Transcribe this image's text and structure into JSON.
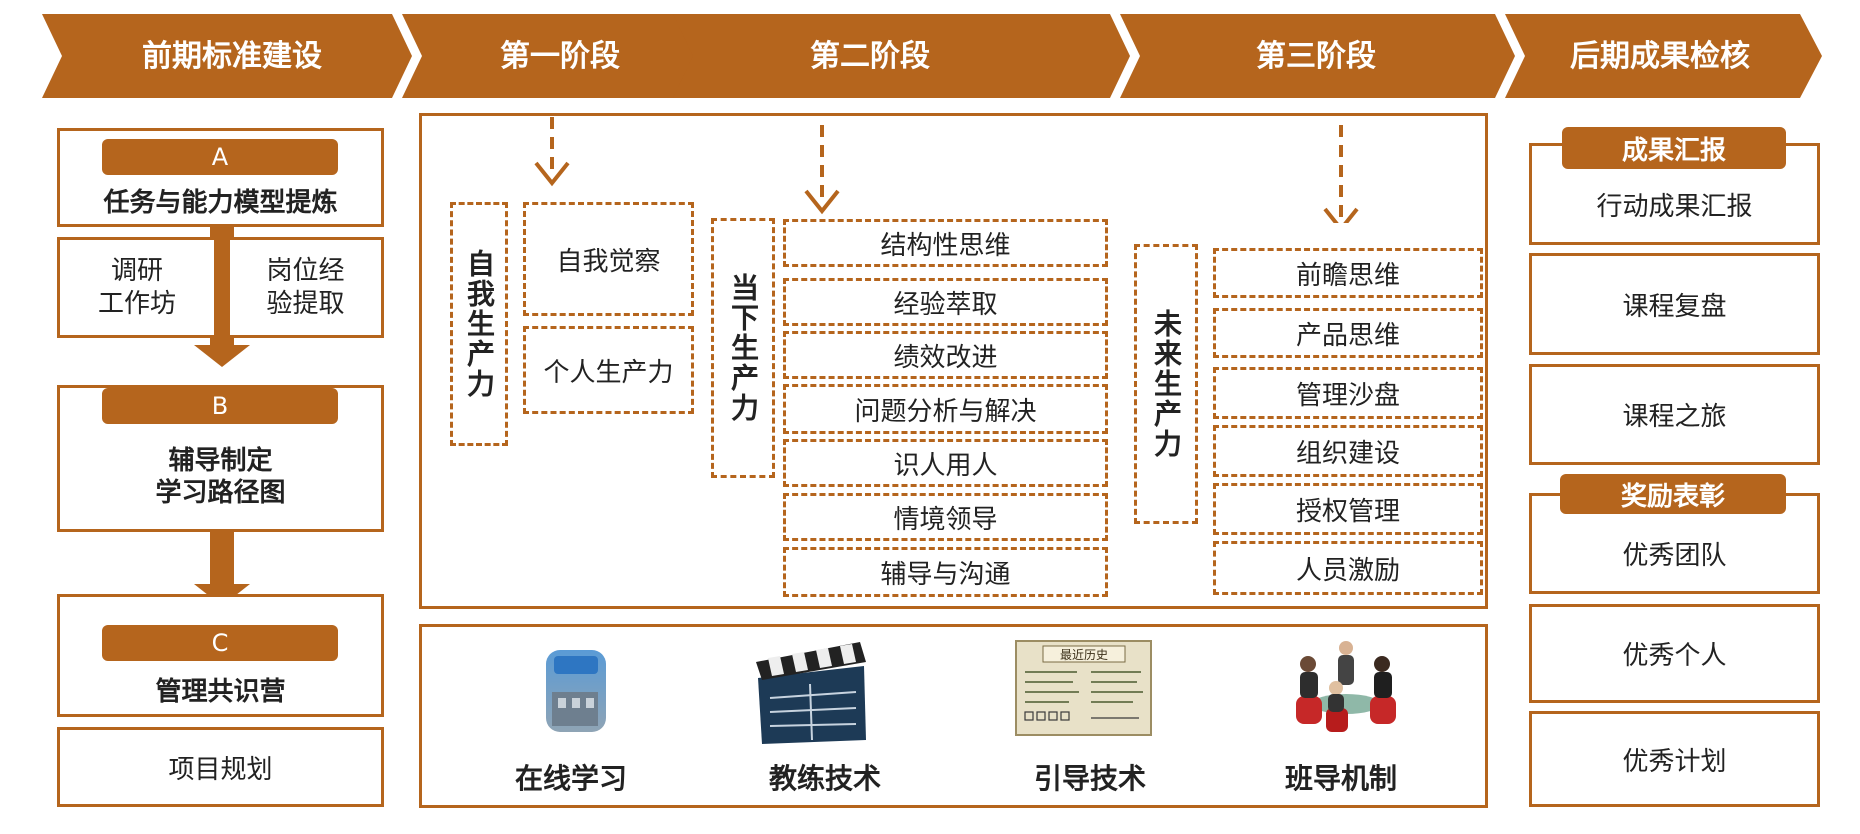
{
  "header": {
    "phases": [
      "前期标准建设",
      "第一阶段",
      "第二阶段",
      "第三阶段",
      "后期成果检核"
    ]
  },
  "left": {
    "stepA": {
      "letter": "A",
      "title": "任务与能力模型提炼"
    },
    "box1": "调研\n工作坊",
    "box2": "岗位经\n验提取",
    "stepB": {
      "letter": "B",
      "title": "辅导制定\n学习路径图"
    },
    "stepC": {
      "letter": "C",
      "title": "管理共识营"
    },
    "plan": "项目规划"
  },
  "middle": {
    "group1": {
      "title": "自我生产力",
      "items": [
        "自我觉察",
        "个人生产力"
      ]
    },
    "group2": {
      "title": "当下生产力",
      "items": [
        "结构性思维",
        "经验萃取",
        "绩效改进",
        "问题分析与解决",
        "识人用人",
        "情境领导",
        "辅导与沟通"
      ]
    },
    "group3": {
      "title": "未来生产力",
      "items": [
        "前瞻思维",
        "产品思维",
        "管理沙盘",
        "组织建设",
        "授权管理",
        "人员激励"
      ]
    }
  },
  "methods": {
    "labels": [
      "在线学习",
      "教练技术",
      "引导技术",
      "班导机制"
    ],
    "icons": [
      "online-learning-photo-icon",
      "clapperboard-icon",
      "whiteboard-notes-icon",
      "meeting-group-icon"
    ],
    "whiteboard_title": "最近历史"
  },
  "right": {
    "section1": {
      "badge": "成果汇报",
      "items": [
        "行动成果汇报",
        "课程复盘",
        "课程之旅"
      ]
    },
    "section2": {
      "badge": "奖励表彰",
      "items": [
        "优秀团队",
        "优秀个人",
        "优秀计划"
      ]
    }
  },
  "colors": {
    "accent": "#b5651d",
    "background": "#ffffff"
  }
}
